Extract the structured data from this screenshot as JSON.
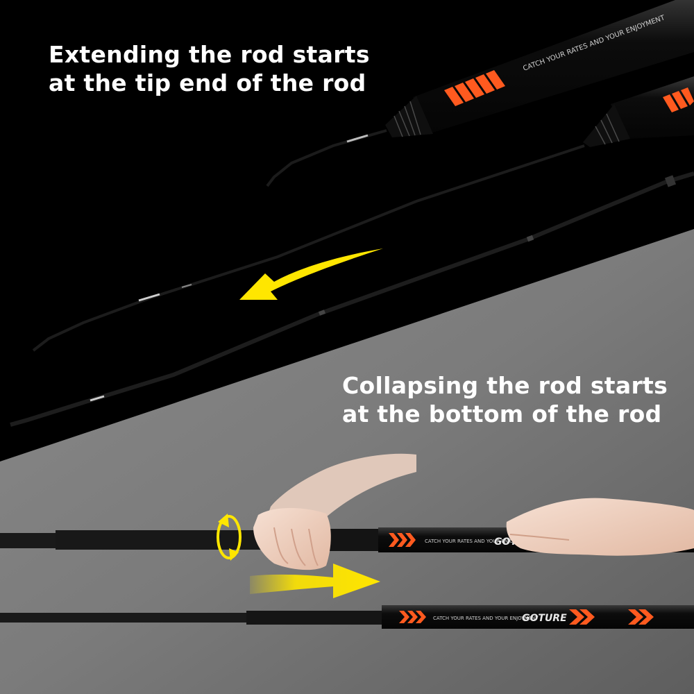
{
  "captions": {
    "top": {
      "line1": "Extending the rod starts",
      "line2": "at the tip end of the rod"
    },
    "bottom": {
      "line1": "Collapsing the rod starts",
      "line2": "at the bottom of the rod"
    }
  },
  "rod_print": {
    "slogan": "CATCH YOUR RATES AND YOUR ENJOYMENT",
    "brand": "GOTURE"
  },
  "colors": {
    "top_background": "#000000",
    "bottom_background": "#7a7a7a",
    "arrow": "#ffe600",
    "accent": "#ff5a1f",
    "rod": "#101010",
    "caption_text": "#ffffff"
  },
  "icons": {
    "extend_arrow": "arrow-left-icon",
    "collapse_arrow": "arrow-right-icon",
    "twist": "rotate-icon"
  }
}
